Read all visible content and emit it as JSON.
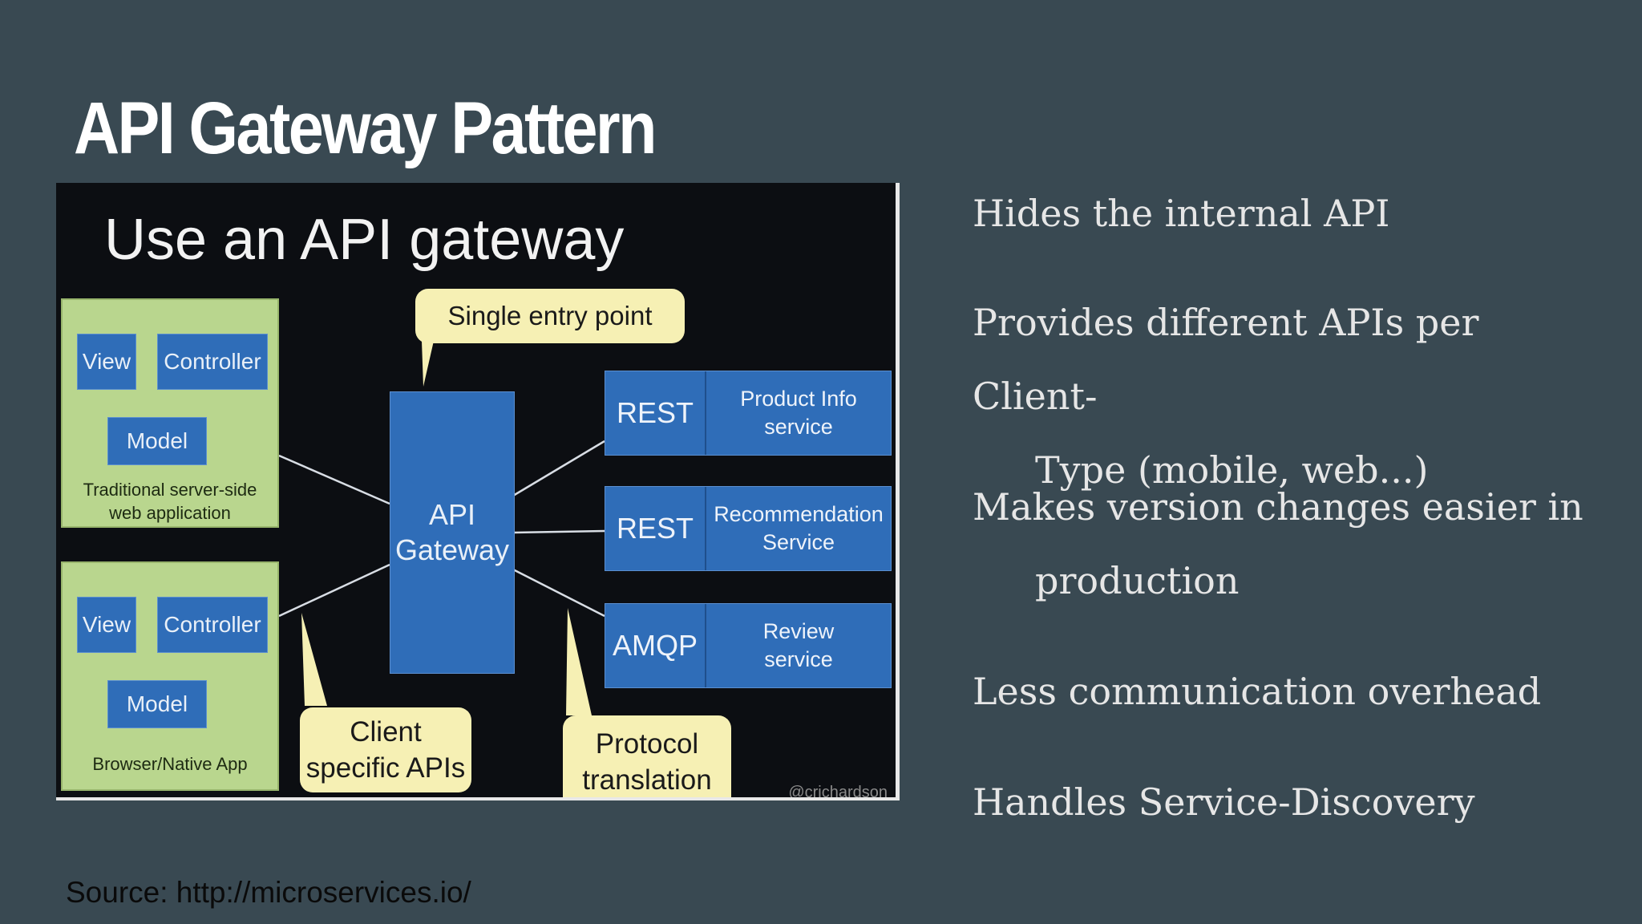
{
  "slide": {
    "title": "API Gateway Pattern",
    "source": "Source: http://microservices.io/"
  },
  "diagram": {
    "title": "Use an API gateway",
    "server_app": {
      "view": "View",
      "controller": "Controller",
      "model": "Model",
      "label_line1": "Traditional server-side",
      "label_line2": "web application"
    },
    "native_app": {
      "view": "View",
      "controller": "Controller",
      "model": "Model",
      "label": "Browser/Native App"
    },
    "gateway": {
      "line1": "API",
      "line2": "Gateway"
    },
    "services": [
      {
        "protocol": "REST",
        "line1": "Product Info",
        "line2": "service"
      },
      {
        "protocol": "REST",
        "line1": "Recommendation",
        "line2": "Service"
      },
      {
        "protocol": "AMQP",
        "line1": "Review",
        "line2": "service"
      }
    ],
    "callouts": {
      "entry": "Single entry point",
      "client_line1": "Client",
      "client_line2": "specific APIs",
      "protocol_line1": "Protocol",
      "protocol_line2": "translation"
    },
    "credit": "@crichardson"
  },
  "bullets": [
    {
      "line1": "Hides the internal API"
    },
    {
      "line1": "Provides different APIs per Client-",
      "line2": "Type (mobile, web...)"
    },
    {
      "line1": "Makes version changes easier in",
      "line2": "production"
    },
    {
      "line1": "Less communication overhead"
    },
    {
      "line1": "Handles Service-Discovery"
    }
  ]
}
